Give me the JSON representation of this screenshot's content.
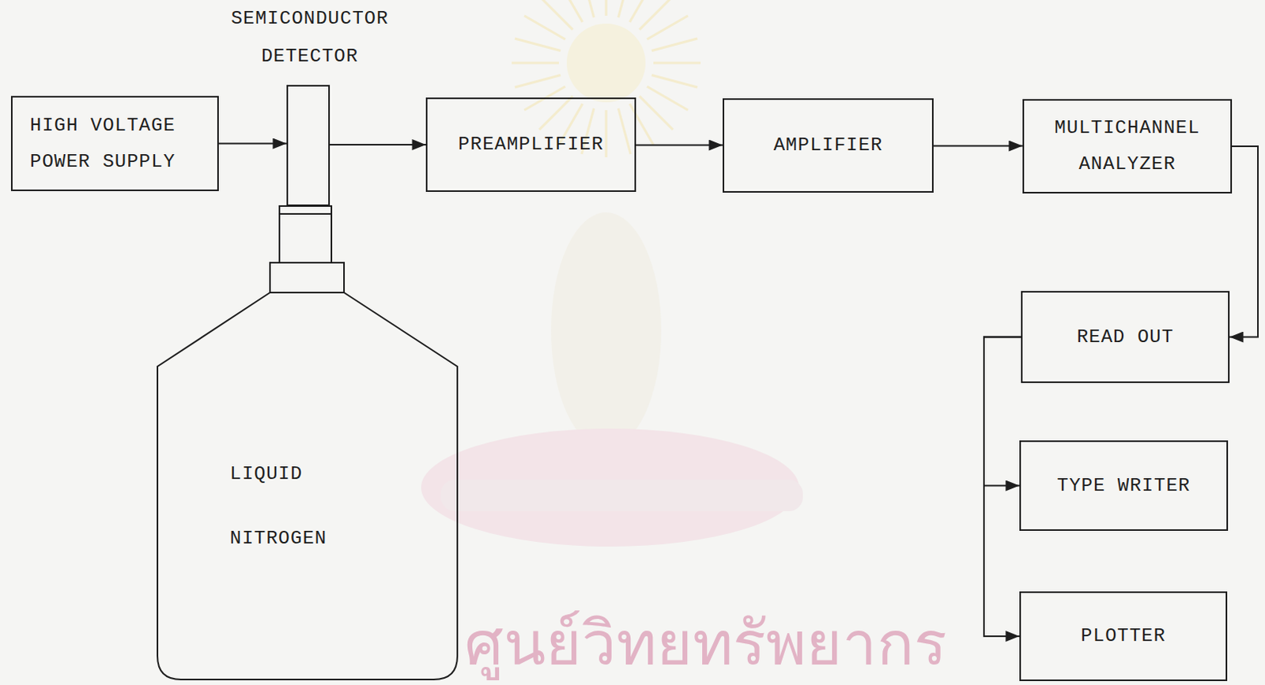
{
  "diagram": {
    "nodes": [
      {
        "text": [
          "HIGH VOLTAGE POWER SUPPLY"
        ]
      },
      {
        "text": [
          "SEMICONDUCTOR DETECTOR"
        ]
      },
      {
        "text": [
          "PREAMPLIFIER"
        ]
      },
      {
        "text": [
          "AMPLIFIER"
        ]
      },
      {
        "text": [
          "MULTICHANNEL ANALYZER"
        ]
      },
      {
        "text": [
          "LIQUID NITROGEN"
        ]
      },
      {
        "text": [
          "READ OUT"
        ]
      },
      {
        "text": [
          "TYPE WRITER"
        ]
      },
      {
        "text": [
          "PLOTTER"
        ]
      }
    ],
    "edges": [
      {
        "from": 0,
        "to": 1,
        "arrow": "to"
      },
      {
        "from": 1,
        "to": 2,
        "arrow": "to"
      },
      {
        "from": 2,
        "to": 3,
        "arrow": "to"
      },
      {
        "from": 3,
        "to": 4,
        "arrow": "to"
      },
      {
        "from": 4,
        "to": 6,
        "arrow": "to"
      },
      {
        "from": 6,
        "to": 7,
        "arrow": "to"
      },
      {
        "from": 6,
        "to": 8,
        "arrow": "to"
      }
    ],
    "labels": [
      "ศูนย์วิทยทรัพยากร"
    ]
  }
}
